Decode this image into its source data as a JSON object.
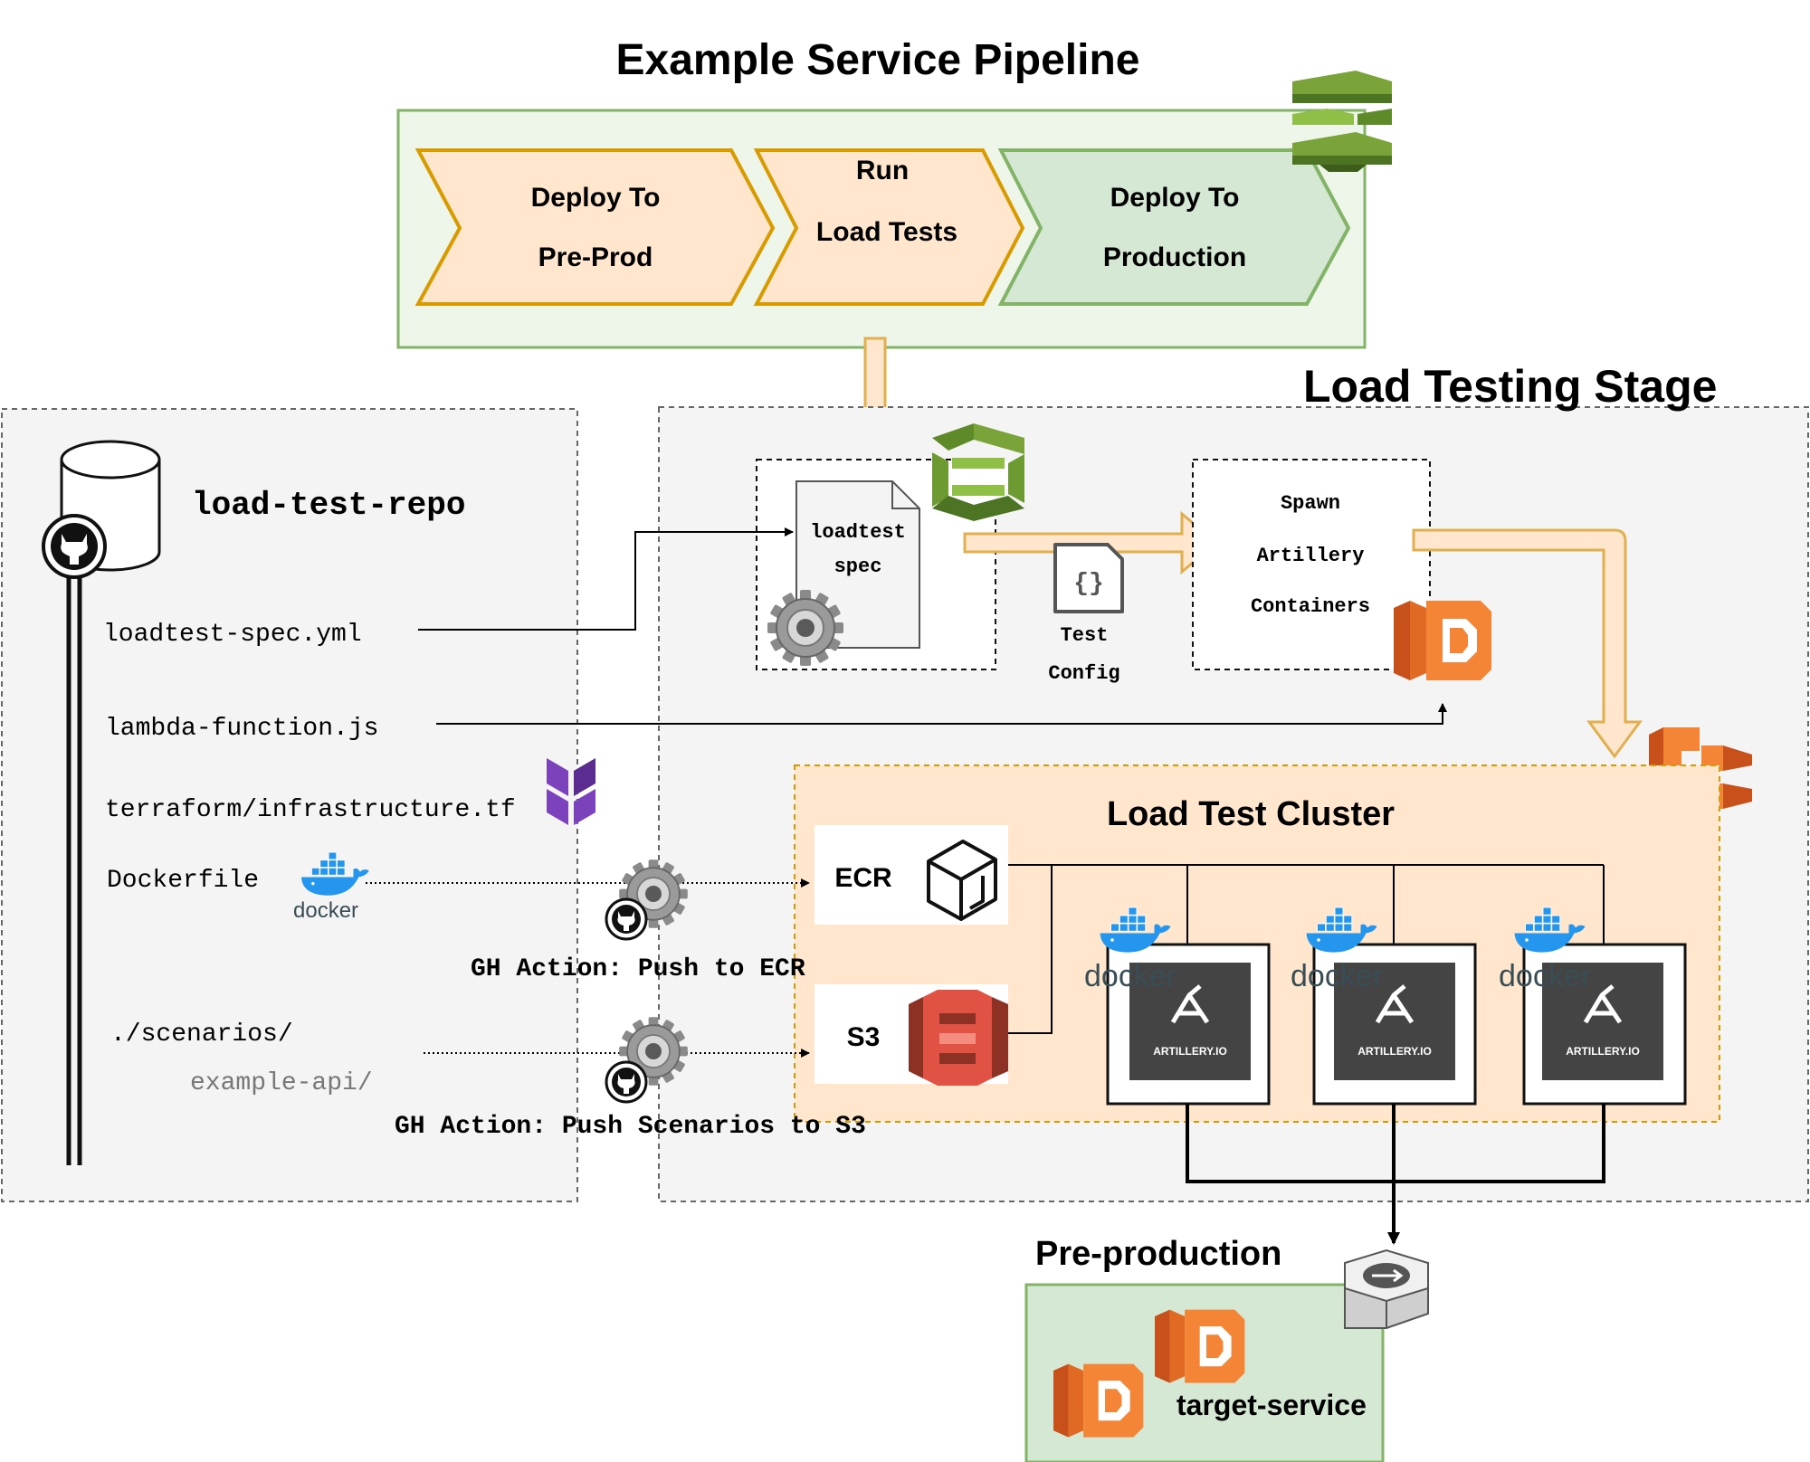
{
  "pipeline": {
    "title": "Example Service Pipeline",
    "stages": [
      {
        "line1": "Deploy To",
        "line2": "Pre-Prod"
      },
      {
        "line1": "Run",
        "line2": "Load Tests"
      },
      {
        "line1": "Deploy To",
        "line2": "Production"
      }
    ]
  },
  "repo": {
    "name": "load-test-repo",
    "files": {
      "spec": "loadtest-spec.yml",
      "lambda": "lambda-function.js",
      "terraform": "terraform/infrastructure.tf",
      "dockerfile": "Dockerfile",
      "scenarios": "./scenarios/",
      "example_api": "example-api/"
    }
  },
  "stage": {
    "title": "Load Testing Stage",
    "spec_line1": "loadtest",
    "spec_line2": "spec",
    "config_line1": "Test",
    "config_line2": "Config",
    "spawn_line1": "Spawn",
    "spawn_line2": "Artillery",
    "spawn_line3": "Containers"
  },
  "actions": {
    "ecr": "GH Action: Push to ECR",
    "s3": "GH Action: Push Scenarios to S3"
  },
  "cluster": {
    "title": "Load Test Cluster",
    "ecr_label": "ECR",
    "s3_label": "S3",
    "docker_word": "docker",
    "artillery_label": "ARTILLERY.IO"
  },
  "preprod": {
    "title": "Pre-production",
    "service": "target-service"
  },
  "colors": {
    "pipeline_border": "#82b366",
    "pipeline_fill": "#eef5e9",
    "orange_fill": "#ffe6cc",
    "orange_border": "#d79b00",
    "green_fill": "#d5e8d4",
    "aws_orange": "#f58536",
    "aws_green": "#6e9a32",
    "s3_red": "#e05243",
    "docker_blue": "#2496ed",
    "terraform_purple": "#7b42bc",
    "panel_grey": "#f4f4f4"
  },
  "icons": [
    "github-icon",
    "gear-icon",
    "docker-icon",
    "terraform-icon",
    "lambda-icon",
    "ecs-icon",
    "codepipeline-icon",
    "codebuild-icon",
    "ecr-icon",
    "s3-icon",
    "artillery-icon",
    "router-icon",
    "json-file-icon"
  ]
}
